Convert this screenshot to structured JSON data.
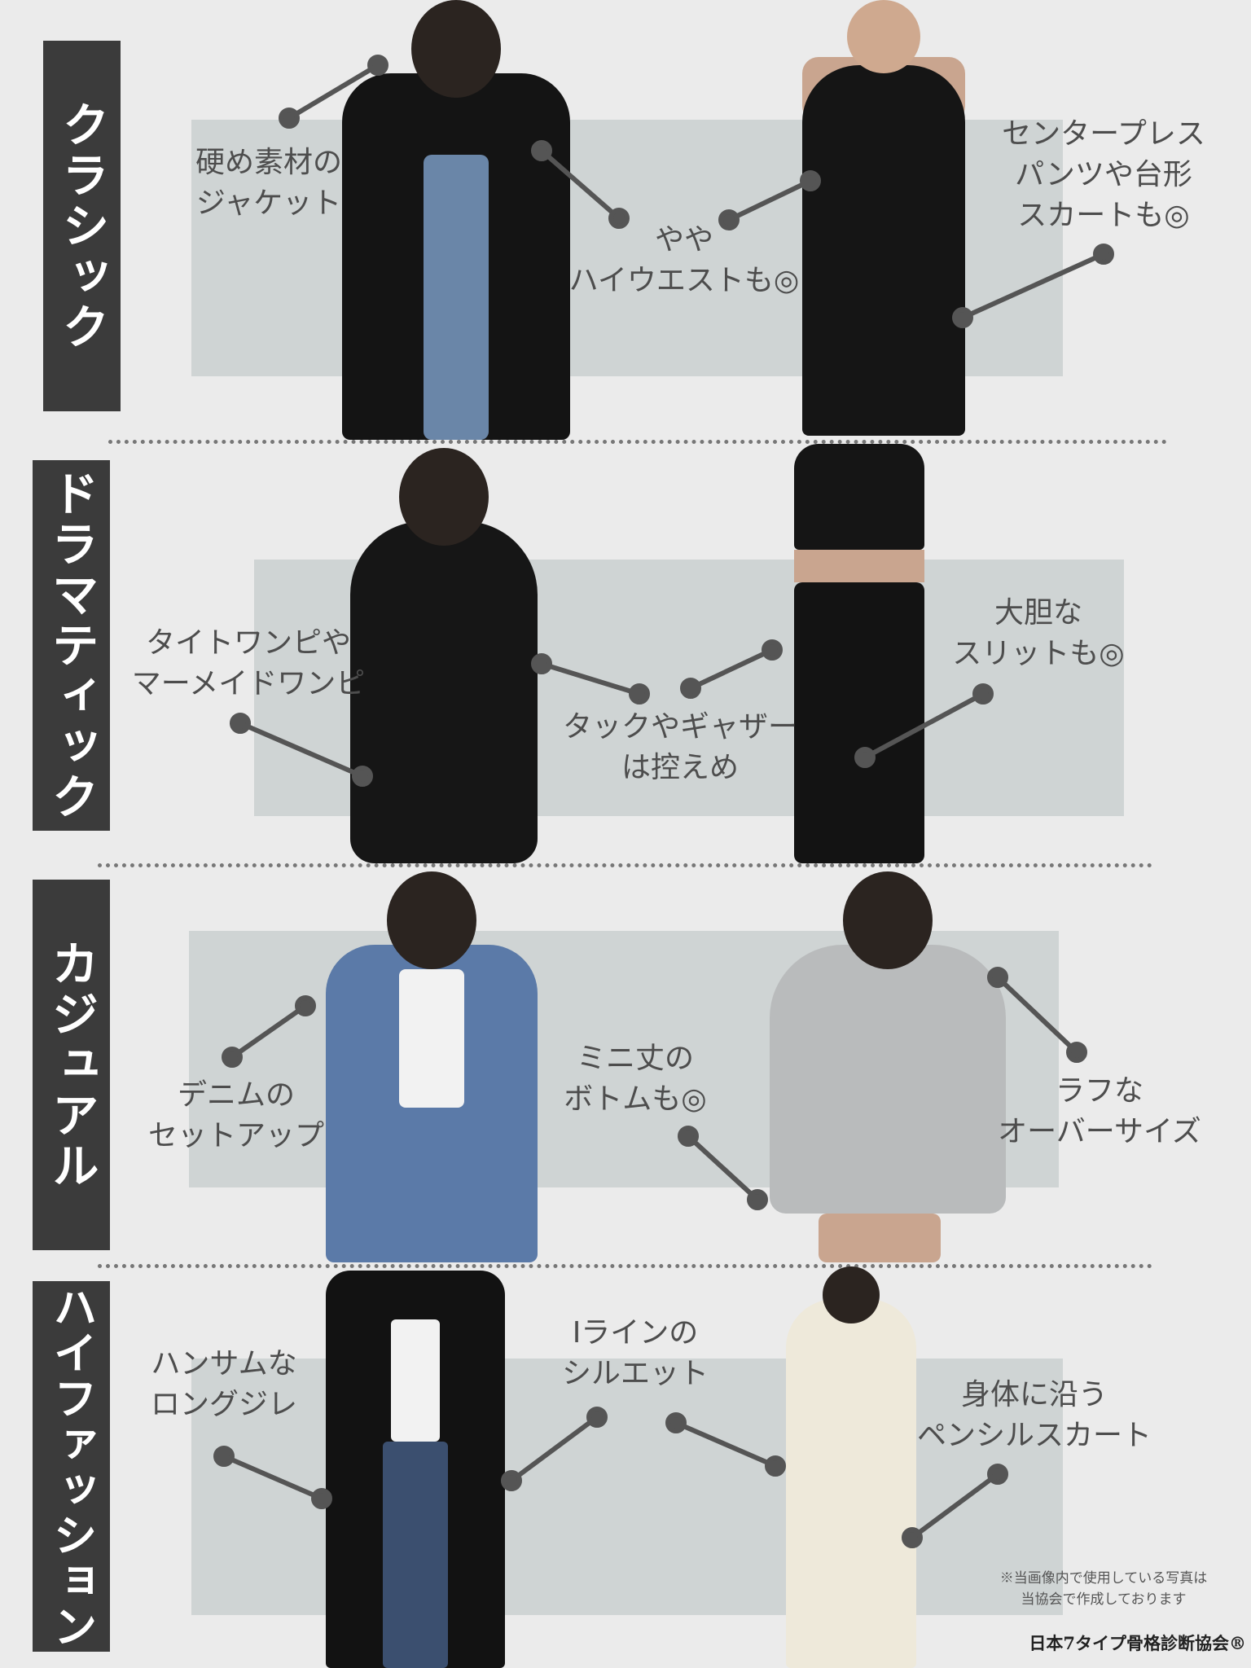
{
  "sections": [
    {
      "style": "クラシック",
      "labels": [
        "硬め素材の\nジャケット",
        "やや\nハイウエストも◎",
        "センタープレス\nパンツや台形\nスカートも◎"
      ],
      "figures": [
        "black-jacket-jeans",
        "black-sleeveless-dress"
      ]
    },
    {
      "style": "ドラマティック",
      "labels": [
        "タイトワンピや\nマーメイドワンピ",
        "タックやギャザー\nは控えめ",
        "大胆な\nスリットも◎"
      ],
      "figures": [
        "black-knit-tight-dress",
        "black-crop-top-slit-skirt"
      ]
    },
    {
      "style": "カジュアル",
      "labels": [
        "デニムの\nセットアップ",
        "ミニ丈の\nボトムも◎",
        "ラフな\nオーバーサイズ"
      ],
      "figures": [
        "denim-setup",
        "grey-oversized-hoodie-dress"
      ]
    },
    {
      "style": "ハイファッション",
      "labels": [
        "ハンサムな\nロングジレ",
        "Iラインの\nシルエット",
        "身体に沿う\nペンシルスカート"
      ],
      "figures": [
        "black-long-gilet-jeans",
        "ivory-long-dress"
      ]
    }
  ],
  "footer": {
    "note": "※当画像内で使用している写真は\n当協会で作成しております",
    "credit": "日本7タイプ骨格診断協会®"
  },
  "colors": {
    "background": "#ebebeb",
    "band": "#cfd4d4",
    "tag": "#3b3b3b",
    "leader": "#555555"
  }
}
